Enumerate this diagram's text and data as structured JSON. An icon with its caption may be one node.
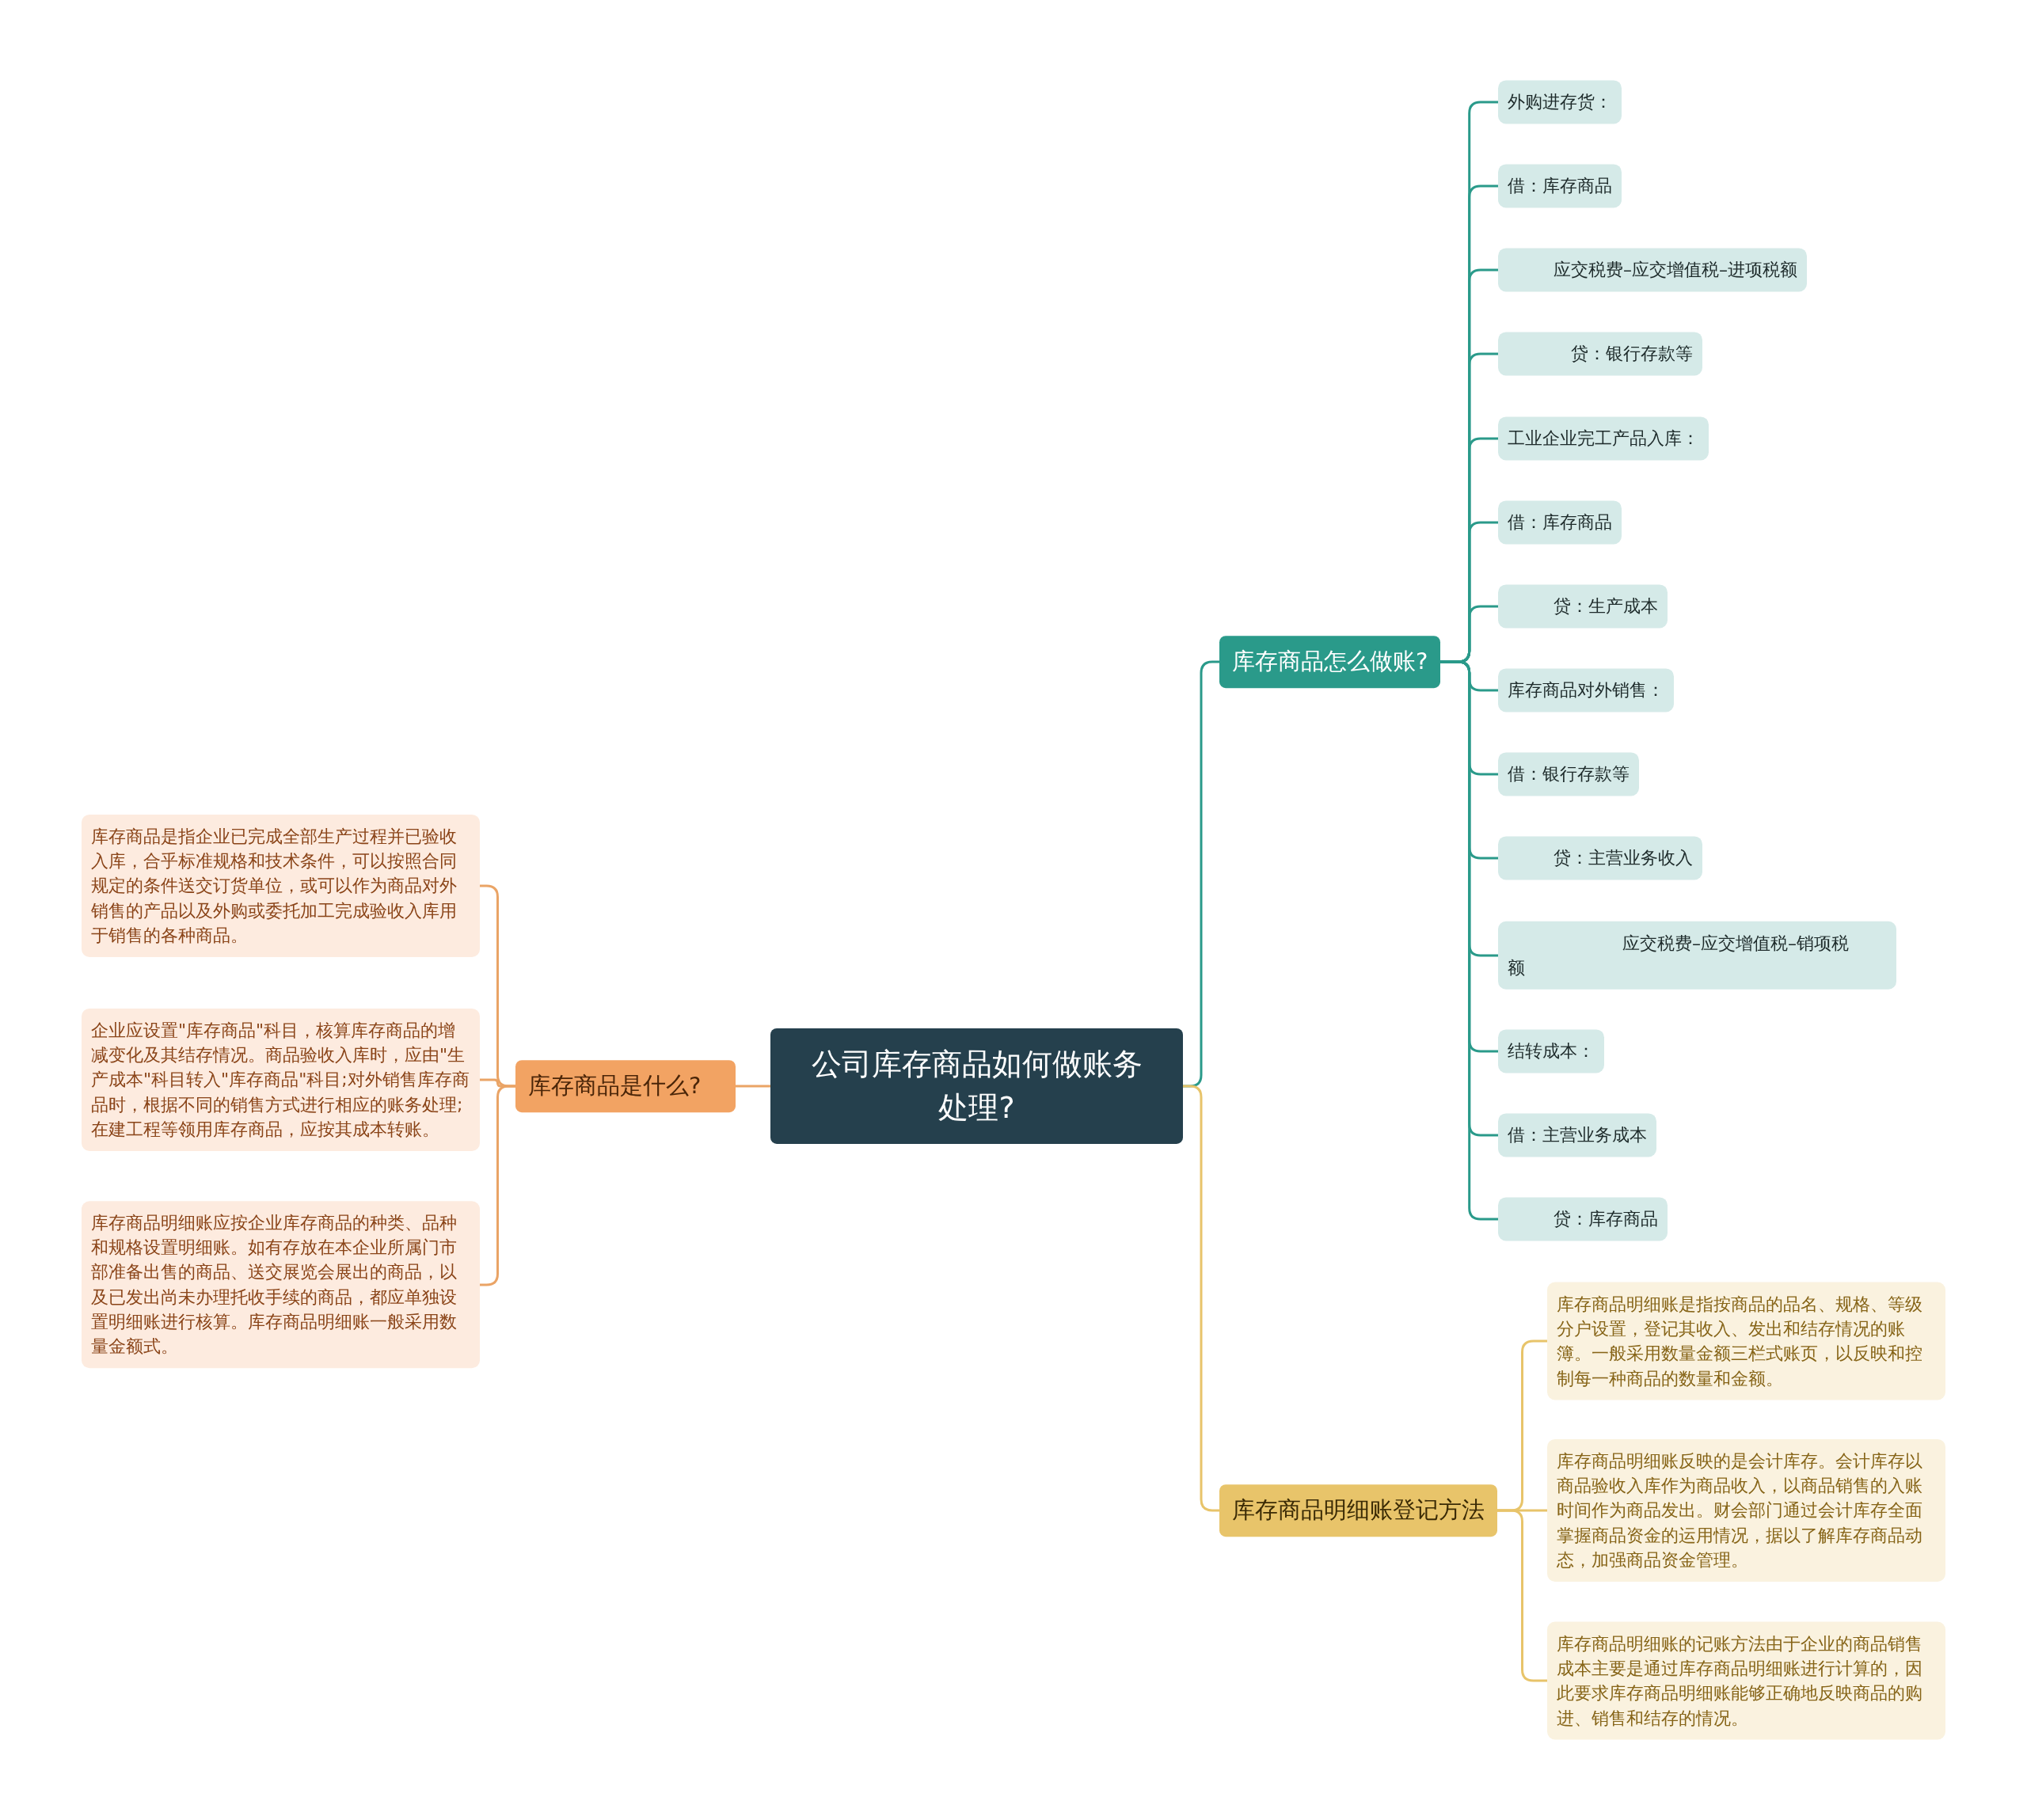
{
  "diagram": {
    "nodes": [
      {
        "text": [
          "公司库存商品如何做账务处理?"
        ]
      },
      {
        "text": [
          "库存商品是什么?"
        ]
      },
      {
        "text": [
          "库存商品是指企业已完成全部生产过程并已验收入库，合乎标准规格和技术条件，可以按照合同规定的条件送交订货单位，或可以作为商品对外销售的产品以及外购或委托加工完成验收入库用于销售的各种商品。"
        ]
      },
      {
        "text": [
          "企业应设置\"库存商品\"科目，核算库存商品的增减变化及其结存情况。商品验收入库时，应由\"生产成本\"科目转入\"库存商品\"科目;对外销售库存商品时，根据不同的销售方式进行相应的账务处理;在建工程等领用库存商品，应按其成本转账。"
        ]
      },
      {
        "text": [
          "库存商品明细账应按企业库存商品的种类、品种和规格设置明细账。如有存放在本企业所属门市部准备出售的商品、送交展览会展出的商品，以及已发出尚未办理托收手续的商品，都应单独设置明细账进行核算。库存商品明细账一般采用数量金额式。"
        ]
      },
      {
        "text": [
          "库存商品怎么做账?"
        ]
      },
      {
        "text": [
          "外购进存货："
        ]
      },
      {
        "text": [
          "借：库存商品"
        ]
      },
      {
        "text": [
          "应交税费–应交增值税–进项税额"
        ]
      },
      {
        "text": [
          "贷：银行存款等"
        ]
      },
      {
        "text": [
          "工业企业完工产品入库："
        ]
      },
      {
        "text": [
          "借：库存商品"
        ]
      },
      {
        "text": [
          "贷：生产成本"
        ]
      },
      {
        "text": [
          "库存商品对外销售："
        ]
      },
      {
        "text": [
          "借：银行存款等"
        ]
      },
      {
        "text": [
          "贷：主营业务收入"
        ]
      },
      {
        "text": [
          "应交税费–应交增值税–销项税额"
        ]
      },
      {
        "text": [
          "结转成本："
        ]
      },
      {
        "text": [
          "借：主营业务成本"
        ]
      },
      {
        "text": [
          "贷：库存商品"
        ]
      },
      {
        "text": [
          "库存商品明细账登记方法"
        ]
      },
      {
        "text": [
          "库存商品明细账是指按商品的品名、规格、等级分户设置，登记其收入、发出和结存情况的账簿。一般采用数量金额三栏式账页，以反映和控制每一种商品的数量和金额。"
        ]
      },
      {
        "text": [
          "库存商品明细账反映的是会计库存。会计库存以商品验收入库作为商品收入，以商品销售的入账时间作为商品发出。财会部门通过会计库存全面掌握商品资金的运用情况，据以了解库存商品动态，加强商品资金管理。"
        ]
      },
      {
        "text": [
          "库存商品明细账的记账方法由于企业的商品销售成本主要是通过库存商品明细账进行计算的，因此要求库存商品明细账能够正确地反映商品的购进、销售和结存的情况。"
        ]
      }
    ],
    "edges": [
      {
        "from": 0,
        "to": 1,
        "arrow": "none",
        "color": "#eaa466"
      },
      {
        "from": 1,
        "to": 2,
        "arrow": "none",
        "color": "#eaa466"
      },
      {
        "from": 1,
        "to": 3,
        "arrow": "none",
        "color": "#eaa466"
      },
      {
        "from": 1,
        "to": 4,
        "arrow": "none",
        "color": "#eaa466"
      },
      {
        "from": 0,
        "to": 5,
        "arrow": "none"
      },
      {
        "from": 5,
        "to": 6,
        "arrow": "none"
      },
      {
        "from": 5,
        "to": 7,
        "arrow": "none"
      },
      {
        "from": 5,
        "to": 8,
        "arrow": "none"
      },
      {
        "from": 5,
        "to": 9,
        "arrow": "none"
      },
      {
        "from": 5,
        "to": 10,
        "arrow": "none"
      },
      {
        "from": 5,
        "to": 11,
        "arrow": "none"
      },
      {
        "from": 5,
        "to": 12,
        "arrow": "none"
      },
      {
        "from": 5,
        "to": 13,
        "arrow": "none"
      },
      {
        "from": 5,
        "to": 14,
        "arrow": "none"
      },
      {
        "from": 5,
        "to": 15,
        "arrow": "none"
      },
      {
        "from": 5,
        "to": 16,
        "arrow": "none"
      },
      {
        "from": 5,
        "to": 17,
        "arrow": "none"
      },
      {
        "from": 5,
        "to": 18,
        "arrow": "none"
      },
      {
        "from": 5,
        "to": 19,
        "arrow": "none"
      },
      {
        "from": 0,
        "to": 20,
        "arrow": "none",
        "color": "#e8c46a"
      },
      {
        "from": 20,
        "to": 21,
        "arrow": "none",
        "color": "#e8c46a"
      },
      {
        "from": 20,
        "to": 22,
        "arrow": "none",
        "color": "#e8c46a"
      },
      {
        "from": 20,
        "to": 23,
        "arrow": "none",
        "color": "#e8c46a"
      }
    ]
  }
}
